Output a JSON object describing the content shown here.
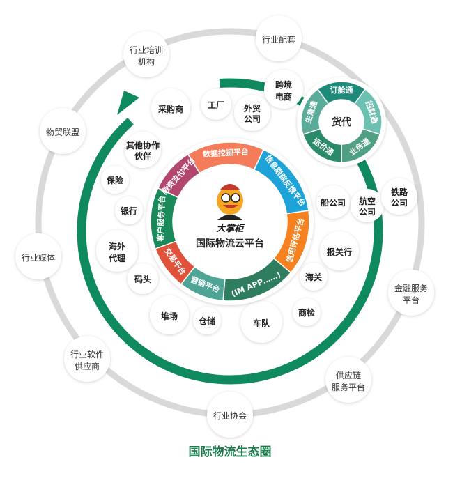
{
  "title": "国际物流生态圈",
  "center": {
    "brand": "大掌柜",
    "label": "国际物流云平台",
    "segments": [
      {
        "label": "数据挖掘平台",
        "color": "#f47c5a"
      },
      {
        "label": "信息跟踪反馈平台",
        "color": "#1ea3d8"
      },
      {
        "label": "信用评估平台",
        "color": "#f5821f"
      },
      {
        "label": "(IM APP……)",
        "color": "#2e7d5e"
      },
      {
        "label": "营销平台",
        "color": "#4ea596"
      },
      {
        "label": "交易平台",
        "color": "#e0523a"
      },
      {
        "label": "客户服务平台",
        "color": "#1a8a5a"
      },
      {
        "label": "融资支付平台",
        "color": "#b3466f"
      }
    ]
  },
  "freight": {
    "label": "货代",
    "segments": [
      {
        "label": "订舱通",
        "color": "#1d8a7a"
      },
      {
        "label": "招财通",
        "color": "#6cc0b0"
      },
      {
        "label": "业务通",
        "color": "#4f9f83"
      },
      {
        "label": "运价通",
        "color": "#2a8a6a"
      },
      {
        "label": "生意通",
        "color": "#5aab9a"
      }
    ]
  },
  "outer": [
    {
      "l1": "行业配套",
      "l2": ""
    },
    {
      "l1": "行业培训",
      "l2": "机构"
    },
    {
      "l1": "物贸联盟",
      "l2": ""
    },
    {
      "l1": "行业媒体",
      "l2": ""
    },
    {
      "l1": "行业软件",
      "l2": "供应商"
    },
    {
      "l1": "行业协会",
      "l2": ""
    },
    {
      "l1": "供应链",
      "l2": "服务平台"
    },
    {
      "l1": "金融服务",
      "l2": "平台"
    }
  ],
  "inner": [
    {
      "l1": "采购商",
      "l2": ""
    },
    {
      "l1": "工厂",
      "l2": ""
    },
    {
      "l1": "外贸",
      "l2": "公司"
    },
    {
      "l1": "跨境",
      "l2": "电商"
    },
    {
      "l1": "其他协作",
      "l2": "伙伴"
    },
    {
      "l1": "保险",
      "l2": ""
    },
    {
      "l1": "银行",
      "l2": ""
    },
    {
      "l1": "海外",
      "l2": "代理"
    },
    {
      "l1": "码头",
      "l2": ""
    },
    {
      "l1": "堆场",
      "l2": ""
    },
    {
      "l1": "仓储",
      "l2": ""
    },
    {
      "l1": "车队",
      "l2": ""
    },
    {
      "l1": "商检",
      "l2": ""
    },
    {
      "l1": "海关",
      "l2": ""
    },
    {
      "l1": "报关行",
      "l2": ""
    },
    {
      "l1": "船公司",
      "l2": ""
    },
    {
      "l1": "航空",
      "l2": "公司"
    },
    {
      "l1": "铁路",
      "l2": "公司"
    }
  ],
  "colors": {
    "green": "#0f8a5f",
    "ring": "#d9d9d9",
    "title": "#1a7a4a"
  }
}
